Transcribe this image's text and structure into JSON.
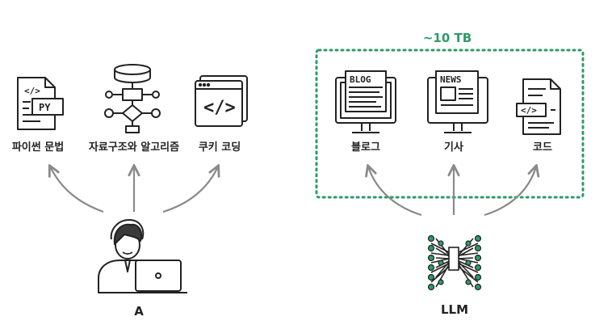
{
  "left": {
    "items": [
      {
        "label": "파이썬 문법",
        "icon": "python-file-icon",
        "badge": "PY",
        "code_glyph": "</>"
      },
      {
        "label": "자료구조와 알고리즘",
        "icon": "flowchart-database-icon"
      },
      {
        "label": "쿠키 코딩",
        "icon": "code-window-icon",
        "code_glyph": "</>"
      }
    ],
    "actor": {
      "label": "A",
      "icon": "person-laptop-icon"
    }
  },
  "right": {
    "data_size_label": "~10 TB",
    "items": [
      {
        "label": "블로그",
        "icon": "blog-monitor-icon",
        "screen_text": "BLOG"
      },
      {
        "label": "기사",
        "icon": "news-monitor-icon",
        "screen_text": "NEWS"
      },
      {
        "label": "코드",
        "icon": "code-file-icon",
        "code_glyph": "</>"
      }
    ],
    "actor": {
      "label": "LLM",
      "icon": "neural-network-icon"
    }
  },
  "colors": {
    "accent_green": "#2e9a68",
    "arrow_gray": "#8a8a8a",
    "ink": "#222222"
  }
}
